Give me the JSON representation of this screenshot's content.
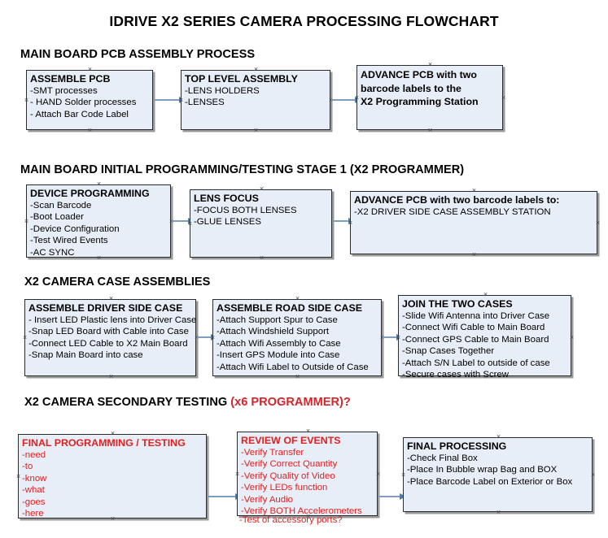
{
  "document": {
    "title": "IDRIVE X2  SERIES CAMERA PROCESSING FLOWCHART"
  },
  "colors": {
    "box_fill": "#e8eef7",
    "box_border": "#2b2b2b",
    "connector": "#7f9dc0",
    "accent_red": "#d8232a",
    "text_red": "#e02020"
  },
  "sections": [
    {
      "heading": "MAIN BOARD PCB ASSEMBLY PROCESS",
      "heading_accent": "",
      "boxes": [
        {
          "title": "ASSEMBLE PCB",
          "lines": [
            "-SMT processes",
            "- HAND Solder processes",
            "- Attach Bar Code Label"
          ]
        },
        {
          "title": "TOP LEVEL ASSEMBLY",
          "lines": [
            "-LENS HOLDERS",
            "-LENSES"
          ]
        },
        {
          "title": "ADVANCE PCB with two",
          "title2": "barcode labels to the",
          "title3": " X2 Programming Station",
          "lines": []
        }
      ]
    },
    {
      "heading": "MAIN BOARD INITIAL PROGRAMMING/TESTING STAGE 1 (X2 PROGRAMMER)",
      "heading_accent": "",
      "boxes": [
        {
          "title": "DEVICE PROGRAMMING",
          "lines": [
            "-Scan Barcode",
            "-Boot Loader",
            "-Device Configuration",
            "-Test Wired Events",
            "-AC SYNC"
          ]
        },
        {
          "title": "LENS FOCUS",
          "lines": [
            "-FOCUS BOTH LENSES",
            "-GLUE LENSES"
          ]
        },
        {
          "title": "ADVANCE PCB with two barcode labels to:",
          "lines": [
            "-X2 DRIVER  SIDE  CASE  ASSEMBLY STATION"
          ]
        }
      ]
    },
    {
      "heading": "X2 CAMERA CASE ASSEMBLIES",
      "heading_accent": "",
      "boxes": [
        {
          "title": "ASSEMBLE DRIVER SIDE CASE",
          "lines": [
            "- Insert LED Plastic lens into Driver Case",
            "-Snap LED Board with Cable into Case",
            "-Connect LED Cable to X2 Main Board",
            "-Snap Main Board into case"
          ]
        },
        {
          "title": "ASSEMBLE ROAD SIDE CASE",
          "lines": [
            "-Attach Support Spur to Case",
            "-Attach Windshield Support",
            "-Attach Wifi Assembly to Case",
            "-Insert GPS Module into Case",
            "-Attach Wifi Label to Outside of Case"
          ]
        },
        {
          "title": "JOIN THE TWO CASES",
          "lines": [
            "-Slide Wifi Antenna into Driver Case",
            "-Connect Wifi Cable to Main Board",
            "-Connect GPS Cable to Main Board",
            "-Snap Cases Together",
            "-Attach S/N Label to outside of case",
            "-Secure cases with Screw"
          ]
        }
      ]
    },
    {
      "heading": "X2 CAMERA SECONDARY TESTING ",
      "heading_accent": "(x6 PROGRAMMER)?",
      "boxes": [
        {
          "title": "FINAL PROGRAMMING / TESTING",
          "lines": [
            "-need",
            "-to",
            "-know",
            "-what",
            "-goes",
            "-here"
          ]
        },
        {
          "title": "REVIEW OF EVENTS",
          "lines": [
            "-Verify Transfer",
            "-Verify Correct Quantity",
            "-Verify Quality of Video",
            "-Verify LEDs function",
            "-Verify Audio",
            "-Verify BOTH Accelerometers"
          ],
          "overflow_line": "-Test of accessory ports?"
        },
        {
          "title": "FINAL PROCESSING",
          "lines": [
            " -Check Final Box",
            "-Place In Bubble wrap Bag and BOX",
            "-Place Barcode Label on Exterior or Box"
          ]
        }
      ]
    }
  ]
}
